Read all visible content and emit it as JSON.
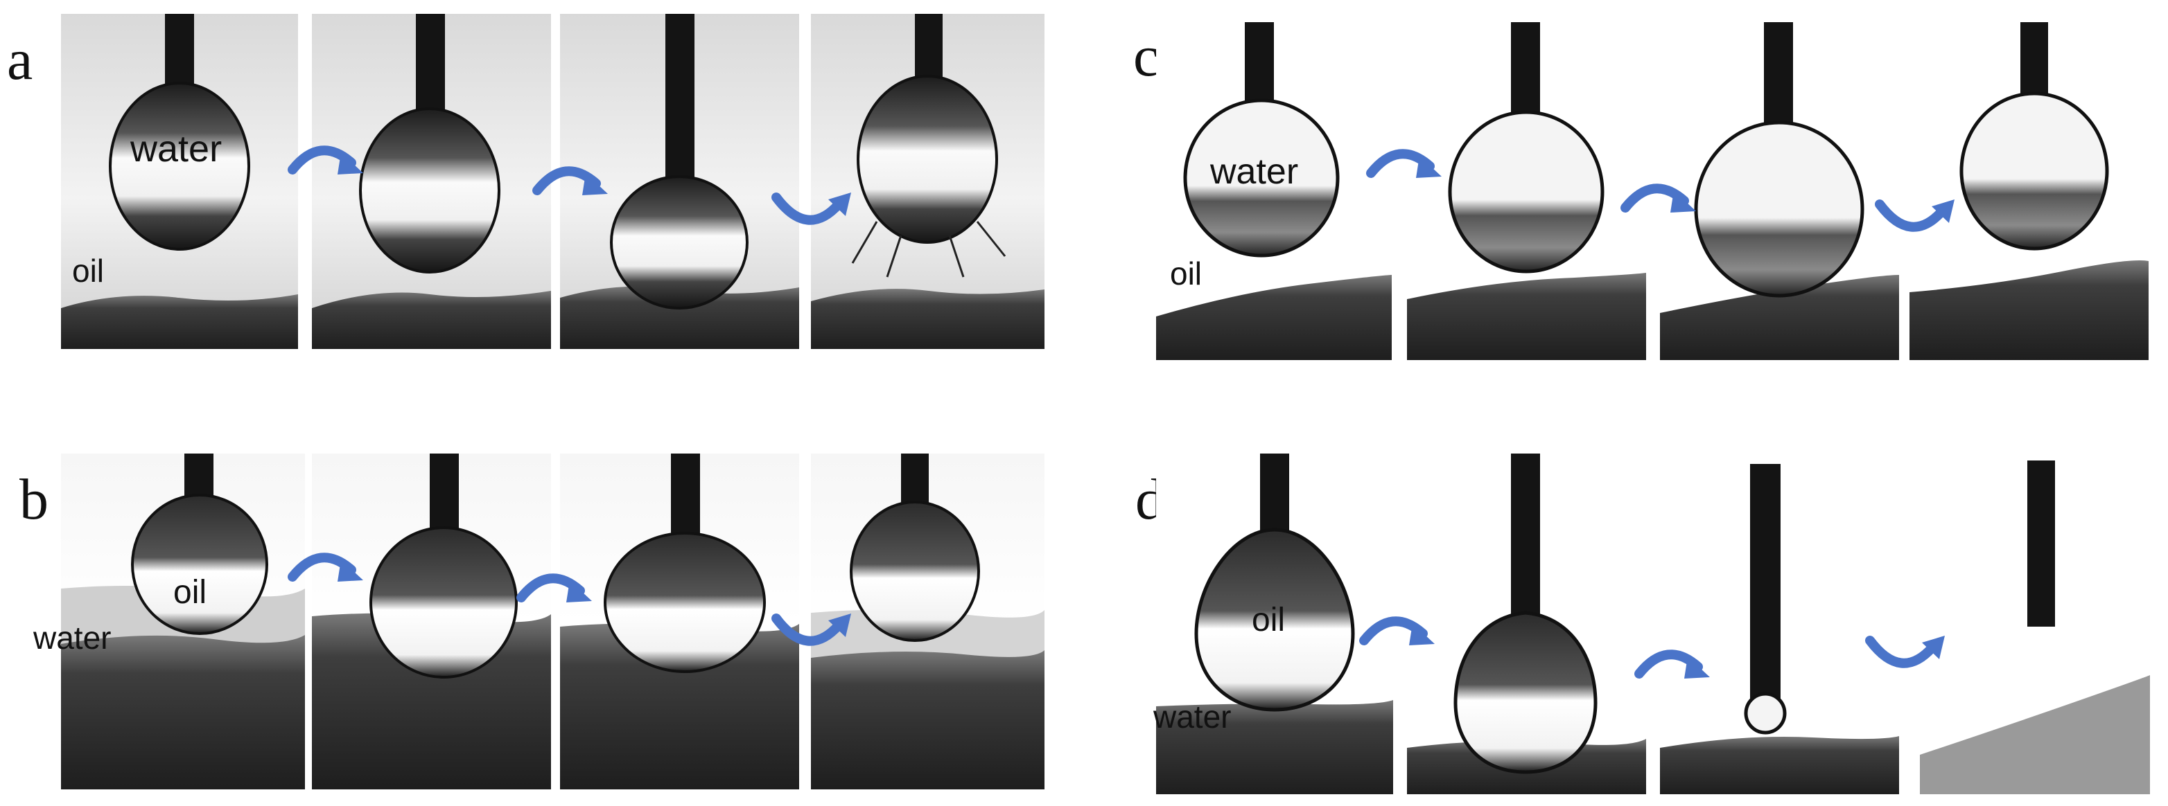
{
  "figure": {
    "panel_a": {
      "letter": "a",
      "drop_label": "water",
      "medium_label": "oil"
    },
    "panel_b": {
      "letter": "b",
      "drop_label": "oil",
      "medium_label": "water"
    },
    "panel_c": {
      "letter": "c",
      "drop_label": "water",
      "medium_label": "oil"
    },
    "panel_d": {
      "letter": "d",
      "drop_label": "oil",
      "medium_label": "water"
    }
  },
  "colors": {
    "arrow": "#4a74c9",
    "needle": "#141414",
    "substrate": "#2a2a2a"
  },
  "icons": {
    "transition": "curved-arrow-icon",
    "uptake": "u-turn-arrow-icon"
  }
}
